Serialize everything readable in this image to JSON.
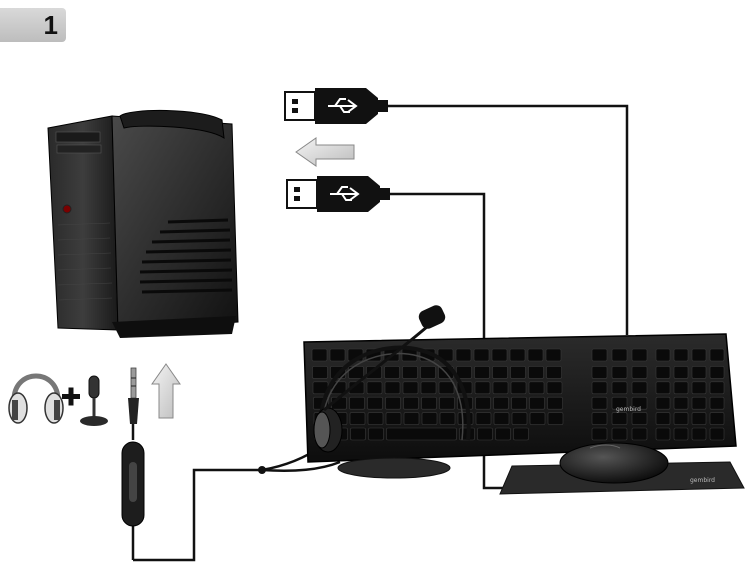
{
  "step": {
    "number": "1"
  },
  "keyboard": {
    "brand": "gembird"
  },
  "mousepad": {
    "brand": "gembird"
  },
  "icons": [
    "headphones-icon",
    "plus-icon",
    "microphone-icon",
    "arrow-left-icon",
    "arrow-up-icon",
    "usb-plug-icon"
  ],
  "colors": {
    "cable": "#111111",
    "device": "#1a1a1a",
    "badge": "#cfcfcf"
  }
}
